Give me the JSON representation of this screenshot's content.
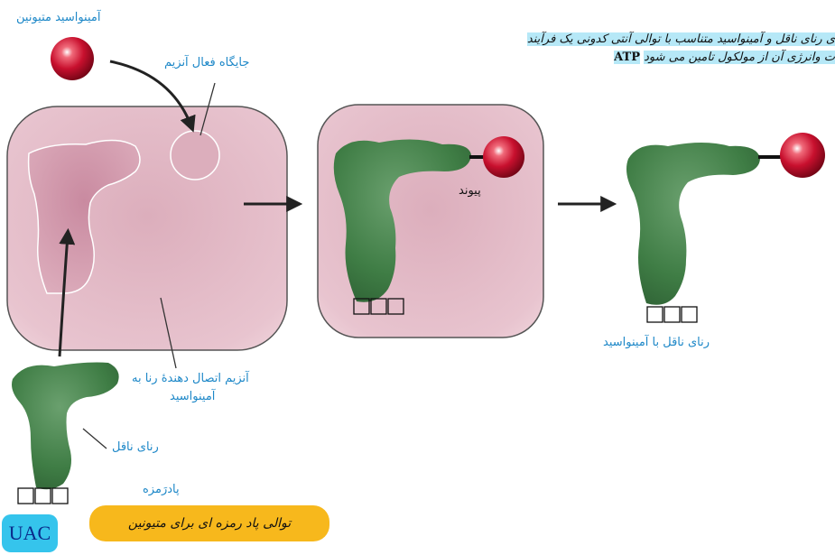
{
  "labels": {
    "methionine": "آمینواسید متیونین",
    "active_site": "جایگاه فعال آنزیم",
    "bond": "پیوند",
    "enzyme": "آنزیم اتصال دهندۀ رنا به",
    "enzyme_line2": "آمینواسید",
    "trna": "رنای ناقل",
    "anticodon": "پادرَمزه",
    "trna_with_aa": "رنای ناقل با آمینواسید"
  },
  "caption": {
    "line1_a": "ی رنای ناقل و آمینواسید متناسب با توالی آنتی کد",
    "line1_b": "ونی یک فرآیند",
    "line2_a": "ت وانرژی آن از مولکول تامین می شود",
    "line2_b": "ATP"
  },
  "anticodon_code": "UAC",
  "codon_note": "توالی پاد رمزه ای برای متیونین",
  "colors": {
    "enzyme_fill": "#e8c4cf",
    "trna_fill": "#3f7d45",
    "amino_acid": "#c8102e",
    "label_blue": "#1e88c8",
    "highlight": "#b6e8f7",
    "note_bg": "#f7b81c"
  }
}
